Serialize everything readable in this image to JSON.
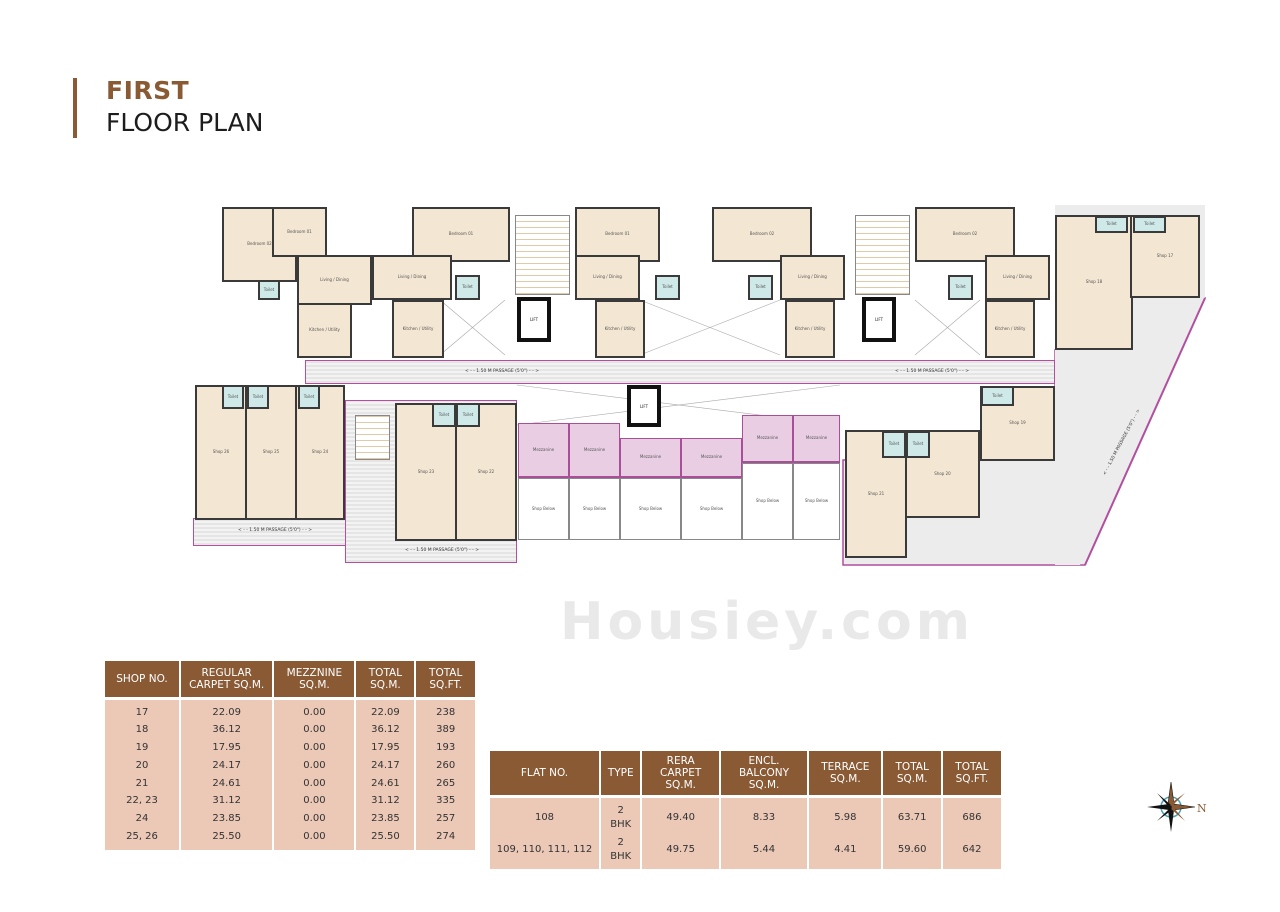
{
  "title": {
    "line1": "FIRST",
    "line2": "FLOOR PLAN"
  },
  "plan": {
    "passage_label": "< - - 1.50 M PASSAGE (5'0\") - - >",
    "lift_label": "LIFT",
    "toilet_label": "Toilet",
    "mezzanine_label": "Mezzanine",
    "shop_below_label": "Shop Below",
    "rooms": {
      "bedroom1": "Bedroom 01",
      "bedroom2": "Bedroom 02",
      "living": "Living / Dining",
      "kitchen": "Kitchen / Utility",
      "utility": "Utility"
    },
    "shops": {
      "s17": "Shop 17",
      "s18": "Shop 18",
      "s19": "Shop 19",
      "s20": "Shop 20",
      "s21": "Shop 21",
      "s22": "Shop 22",
      "s23": "Shop 23",
      "s24": "Shop 24",
      "s25": "Shop 25",
      "s26": "Shop 26"
    },
    "watermark": "Housiey.com",
    "colors": {
      "wall": "#3a3a3a",
      "floor": "#f3e6d2",
      "toilet": "#cfe9e9",
      "mezzanine": "#e8cde3",
      "boundary": "#b24fa0"
    }
  },
  "shop_table": {
    "headers": [
      "SHOP NO.",
      "REGULAR CARPET SQ.M.",
      "MEZZNINE SQ.M.",
      "TOTAL SQ.M.",
      "TOTAL SQ.FT."
    ],
    "rows": [
      [
        "17",
        "22.09",
        "0.00",
        "22.09",
        "238"
      ],
      [
        "18",
        "36.12",
        "0.00",
        "36.12",
        "389"
      ],
      [
        "19",
        "17.95",
        "0.00",
        "17.95",
        "193"
      ],
      [
        "20",
        "24.17",
        "0.00",
        "24.17",
        "260"
      ],
      [
        "21",
        "24.61",
        "0.00",
        "24.61",
        "265"
      ],
      [
        "22, 23",
        "31.12",
        "0.00",
        "31.12",
        "335"
      ],
      [
        "24",
        "23.85",
        "0.00",
        "23.85",
        "257"
      ],
      [
        "25, 26",
        "25.50",
        "0.00",
        "25.50",
        "274"
      ]
    ]
  },
  "flat_table": {
    "headers": [
      "FLAT NO.",
      "TYPE",
      "RERA CARPET SQ.M.",
      "ENCL. BALCONY SQ.M.",
      "TERRACE SQ.M.",
      "TOTAL SQ.M.",
      "TOTAL SQ.FT."
    ],
    "rows": [
      [
        "108",
        "2 BHK",
        "49.40",
        "8.33",
        "5.98",
        "63.71",
        "686"
      ],
      [
        "109, 110, 111, 112",
        "2 BHK",
        "49.75",
        "5.44",
        "4.41",
        "59.60",
        "642"
      ]
    ]
  },
  "compass": {
    "label": "N"
  },
  "theme": {
    "brown": "#8a5a35",
    "table_body": "#ecc8b7"
  }
}
